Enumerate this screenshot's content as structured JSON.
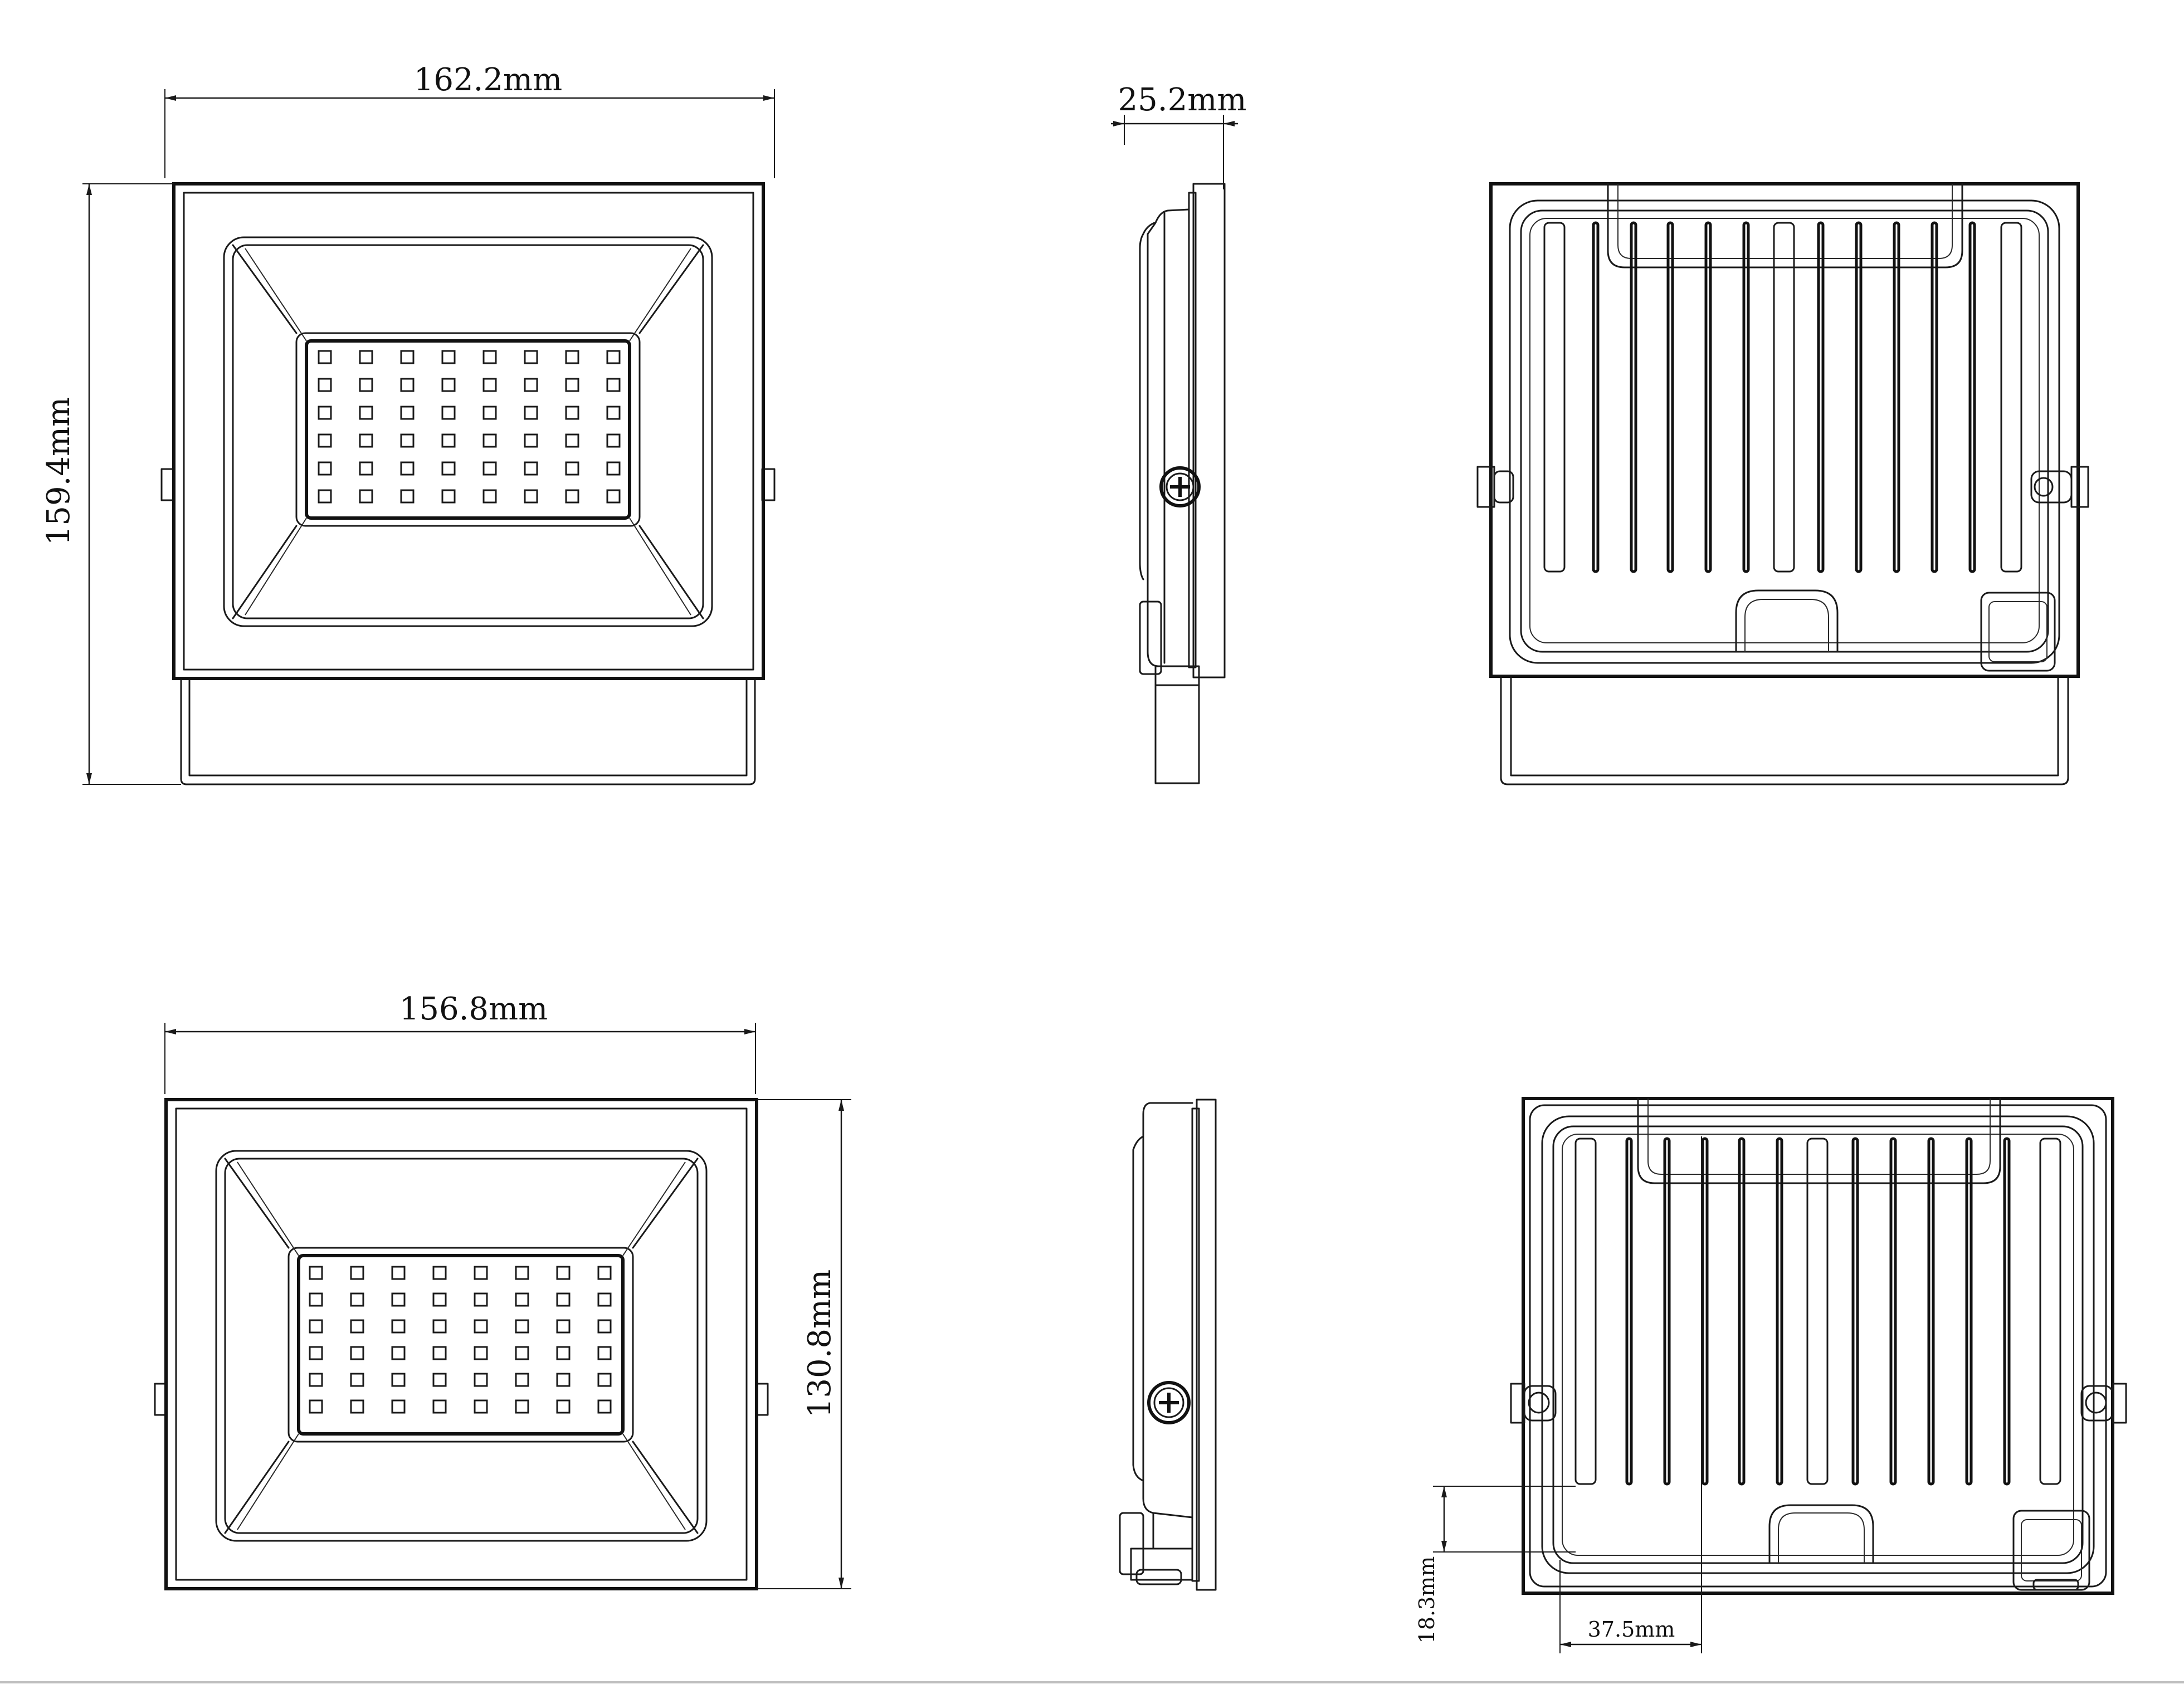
{
  "dimensions": {
    "top_front_width": "162.2mm",
    "top_front_height": "159.4mm",
    "top_side_depth": "25.2mm",
    "bottom_front_width": "156.8mm",
    "bottom_front_height": "130.8mm",
    "bottom_back_vertical": "18.3mm",
    "bottom_back_horizontal": "37.5mm"
  },
  "led_grid": {
    "rows": 6,
    "cols": 8
  },
  "colors": {
    "line": "#1a1a1a",
    "background": "#ffffff"
  }
}
